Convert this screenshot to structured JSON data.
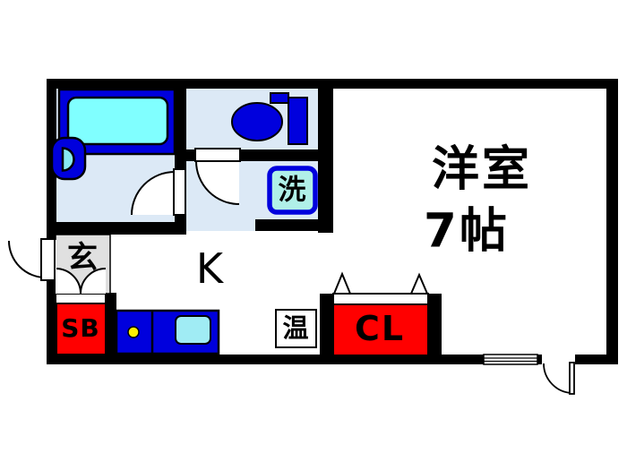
{
  "plan": {
    "type": "japanese-apartment-floor-plan",
    "labels": {
      "kitchen": "K",
      "western_room_name": "洋室",
      "western_room_size": "7帖",
      "entrance": "玄",
      "washing_machine": "洗",
      "water_heater": "温",
      "shoe_box": "SB",
      "closet": "CL"
    },
    "fixtures": [
      "bathtub",
      "bath-faucet",
      "toilet",
      "washing-machine-space",
      "kitchen-counter",
      "gas-burner",
      "kitchen-sink",
      "water-heater-box",
      "shoe-box",
      "closet",
      "entrance-door",
      "bath-door",
      "toilet-door",
      "balcony-door",
      "sliding-window",
      "shoe-box-double-doors",
      "closet-folding-doors"
    ],
    "colors": {
      "wall": "#000000",
      "wet_room_floor": "#dce9f6",
      "fixture_blue": "#0000dd",
      "bathtub_inner": "#80ffff",
      "faucet_inner": "#87e9f3",
      "sink_cyan": "#a0ecf4",
      "washer_box_fill": "#b0f0e8",
      "accent_red": "#ff0000",
      "burner_yellow": "#ffee00",
      "entrance_gray": "#e0e0e0",
      "floor_white": "#ffffff"
    }
  }
}
